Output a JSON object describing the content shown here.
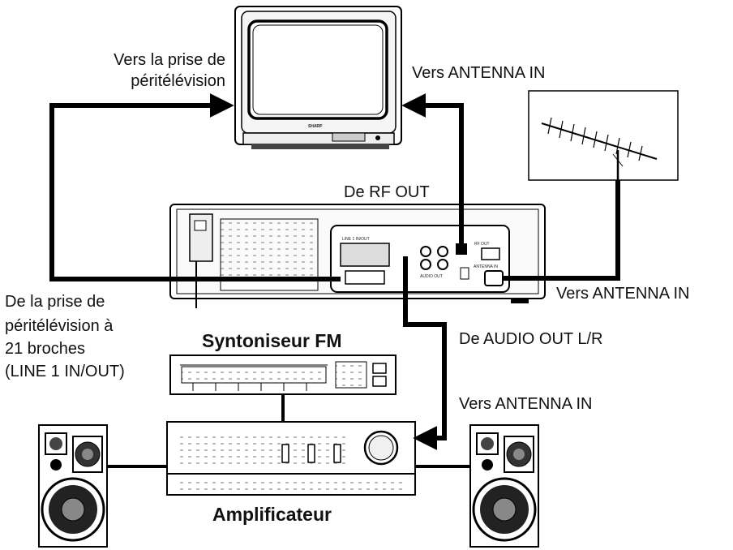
{
  "labels": {
    "tv_scart": [
      "Vers la prise de",
      "péritélévision"
    ],
    "antenna_in_top": "Vers ANTENNA IN",
    "rf_out": "De RF OUT",
    "antenna_in_right": "Vers ANTENNA IN",
    "scart_source": [
      "De la prise de",
      "péritélévision à",
      "21 broches",
      "(LINE 1 IN/OUT)"
    ],
    "tuner": "Syntoniseur FM",
    "audio_out": "De AUDIO OUT L/R",
    "antenna_in_amp": "Vers ANTENNA IN",
    "amplifier": "Amplificateur"
  },
  "panel_text": {
    "rf_out": "RF OUT",
    "audio_out": "AUDIO OUT",
    "antenna_in": "ANTENNA IN",
    "line": "LINE 1 IN/OUT",
    "tv_brand": "SHARP"
  },
  "colors": {
    "ink": "#000000",
    "paper": "#ffffff",
    "shade": "#e6e6e6"
  }
}
